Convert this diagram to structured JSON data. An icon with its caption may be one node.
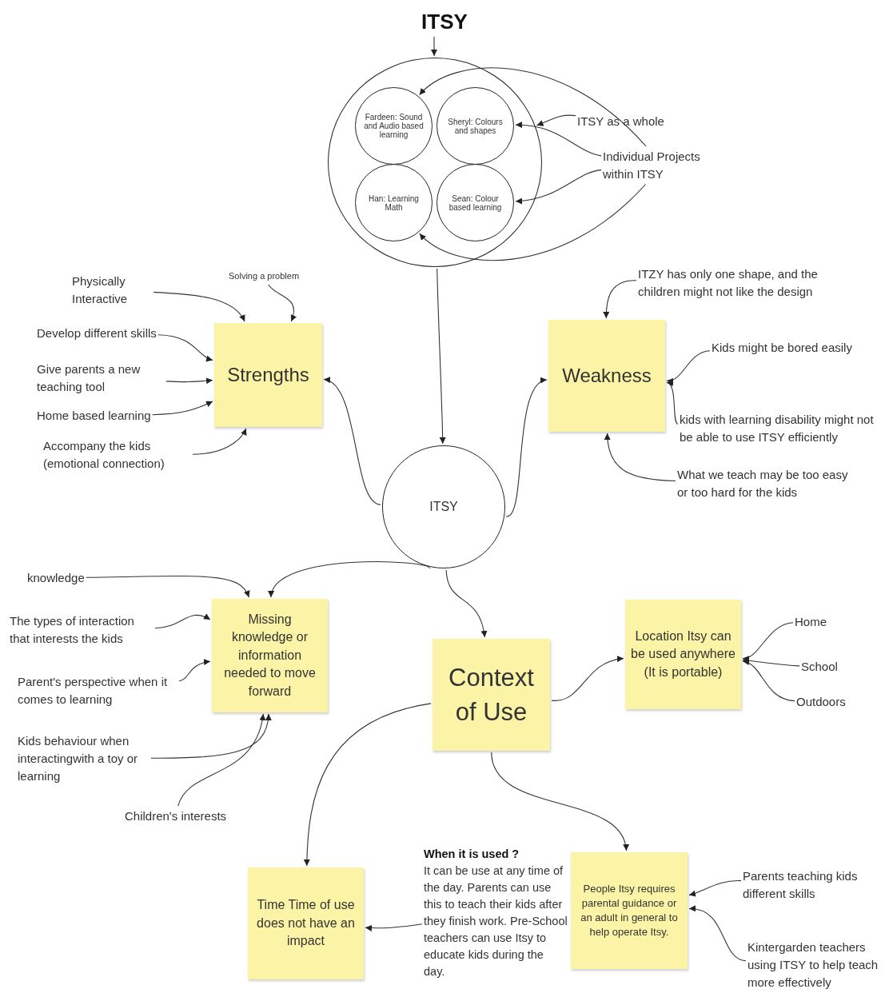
{
  "diagram": {
    "title": "ITSY",
    "nodes": [
      {
        "text": [],
        "shape": "circle"
      },
      {
        "text": [
          "Fardeen: Sound and Audio based learning"
        ],
        "in": 0
      },
      {
        "text": [
          "Sheryl: Colours and shapes"
        ],
        "in": 0
      },
      {
        "text": [
          "Han: Learning Math"
        ],
        "in": 0
      },
      {
        "text": [
          "Sean: Colour based learning"
        ],
        "in": 0
      },
      {
        "text": [
          "ITSY as a whole"
        ]
      },
      {
        "text": [
          "Individual Projects within ITSY"
        ]
      },
      {
        "text": [
          "Strengths"
        ]
      },
      {
        "text": [
          "Physically Interactive"
        ]
      },
      {
        "text": [
          "Solving a problem"
        ]
      },
      {
        "text": [
          "Develop different skills"
        ]
      },
      {
        "text": [
          "Give parents a new teaching tool"
        ]
      },
      {
        "text": [
          "Home based learning"
        ]
      },
      {
        "text": [
          "Accompany the kids (emotional connection)"
        ]
      },
      {
        "text": [
          "Weakness"
        ]
      },
      {
        "text": [
          "ITZY has only one shape, and the children might not like the design"
        ]
      },
      {
        "text": [
          "Kids might be bored easily"
        ]
      },
      {
        "text": [
          "kids with learning disability might not be able to use ITSY efficiently"
        ]
      },
      {
        "text": [
          "What we teach may be too easy or too hard for the kids"
        ]
      },
      {
        "text": [
          "ITSY"
        ]
      },
      {
        "text": [
          "Missing knowledge or information needed to move forward"
        ]
      },
      {
        "text": [
          "knowledge"
        ]
      },
      {
        "text": [
          "The types of interaction that interests the kids"
        ]
      },
      {
        "text": [
          "Parent's perspective when it comes to learning"
        ]
      },
      {
        "text": [
          "Kids behaviour when interactingwith a toy or learning"
        ]
      },
      {
        "text": [
          "Children's interests"
        ]
      },
      {
        "text": [
          "Context of Use"
        ]
      },
      {
        "text": [
          "Location Itsy can be used anywhere (It is portable)"
        ]
      },
      {
        "text": [
          "Home"
        ]
      },
      {
        "text": [
          "School"
        ]
      },
      {
        "text": [
          "Outdoors"
        ]
      },
      {
        "text": [
          "Time Time of use does not have an impact"
        ]
      },
      {
        "text": [
          "When it is used ?",
          "It can be use at any time of the day. Parents can use this to teach their kids after they finish work. Pre-School teachers can use Itsy to educate kids during the day."
        ]
      },
      {
        "text": [
          "People Itsy requires parental guidance or an adult in general to help operate Itsy."
        ]
      },
      {
        "text": [
          "Parents teaching kids different skills"
        ]
      },
      {
        "text": [
          "Kintergarden teachers using ITSY to help teach more effectively"
        ]
      }
    ],
    "edges": [
      {
        "from": null,
        "to": 0,
        "arrow": "to"
      },
      {
        "from": 5,
        "to": 0,
        "arrow": "to"
      },
      {
        "from": 6,
        "to": 2,
        "arrow": "to"
      },
      {
        "from": 6,
        "to": 1,
        "arrow": "to"
      },
      {
        "from": 6,
        "to": 3,
        "arrow": "to"
      },
      {
        "from": 6,
        "to": 4,
        "arrow": "to"
      },
      {
        "from": 0,
        "to": 19,
        "arrow": "to"
      },
      {
        "from": 8,
        "to": 7,
        "arrow": "to"
      },
      {
        "from": 9,
        "to": 7,
        "arrow": "to"
      },
      {
        "from": 10,
        "to": 7,
        "arrow": "to"
      },
      {
        "from": 11,
        "to": 7,
        "arrow": "to"
      },
      {
        "from": 12,
        "to": 7,
        "arrow": "to"
      },
      {
        "from": 13,
        "to": 7,
        "arrow": "to"
      },
      {
        "from": 19,
        "to": 7,
        "arrow": "to"
      },
      {
        "from": 15,
        "to": 14,
        "arrow": "to"
      },
      {
        "from": 16,
        "to": 14,
        "arrow": "to"
      },
      {
        "from": 17,
        "to": 14,
        "arrow": "to"
      },
      {
        "from": 18,
        "to": 14,
        "arrow": "to"
      },
      {
        "from": 19,
        "to": 14,
        "arrow": "to"
      },
      {
        "from": 19,
        "to": 20,
        "arrow": "to"
      },
      {
        "from": 19,
        "to": 26,
        "arrow": "to"
      },
      {
        "from": 21,
        "to": 20,
        "arrow": "to"
      },
      {
        "from": 22,
        "to": 20,
        "arrow": "to"
      },
      {
        "from": 23,
        "to": 20,
        "arrow": "to"
      },
      {
        "from": 24,
        "to": 20,
        "arrow": "to"
      },
      {
        "from": 25,
        "to": 20,
        "arrow": "to"
      },
      {
        "from": 26,
        "to": 27,
        "arrow": "to"
      },
      {
        "from": 28,
        "to": 27,
        "arrow": "to"
      },
      {
        "from": 29,
        "to": 27,
        "arrow": "to"
      },
      {
        "from": 30,
        "to": 27,
        "arrow": "to"
      },
      {
        "from": 26,
        "to": 31,
        "arrow": "to"
      },
      {
        "from": 32,
        "to": 31,
        "arrow": "to"
      },
      {
        "from": 26,
        "to": 33,
        "arrow": "to"
      },
      {
        "from": 34,
        "to": 33,
        "arrow": "to"
      },
      {
        "from": 35,
        "to": 33,
        "arrow": "to"
      }
    ]
  }
}
